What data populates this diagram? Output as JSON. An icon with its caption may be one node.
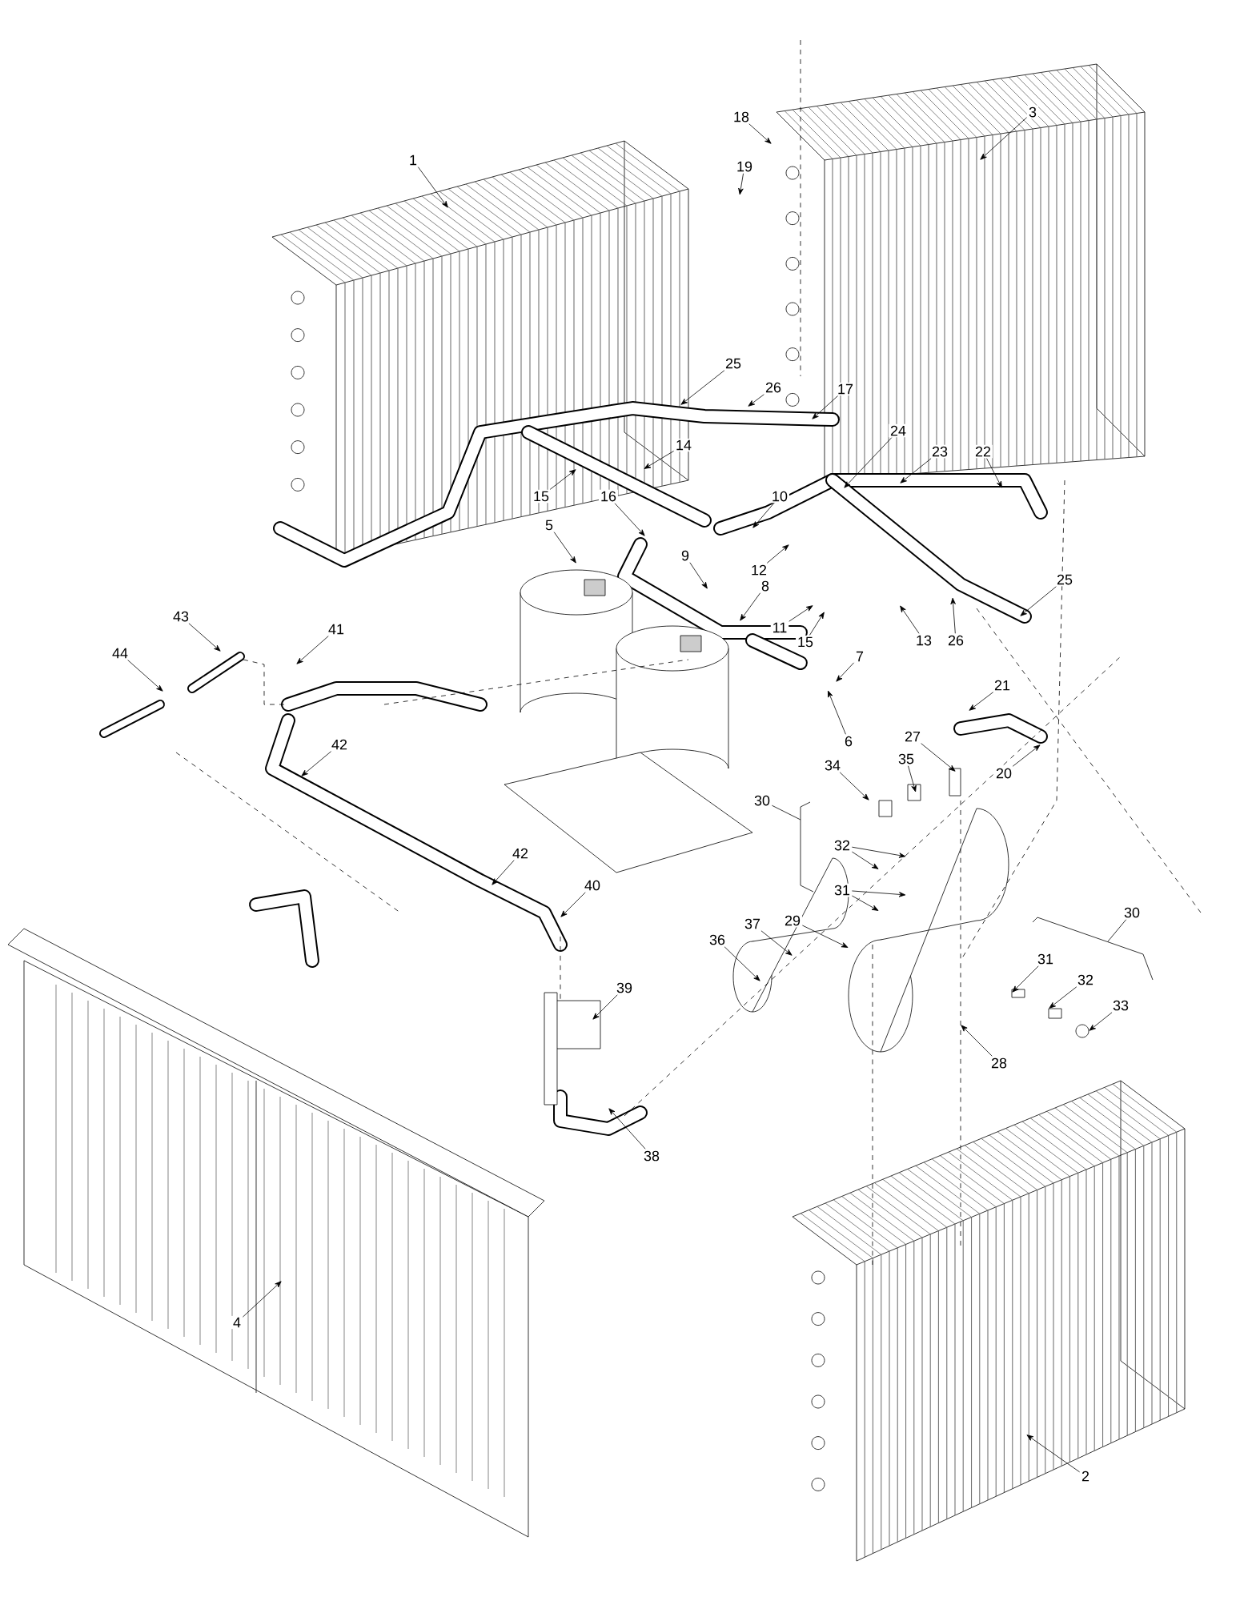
{
  "diagram": {
    "nodes": [
      {
        "text": [
          "1"
        ]
      },
      {
        "text": [
          "3"
        ]
      },
      {
        "text": [
          "18"
        ]
      },
      {
        "text": [
          "19"
        ]
      },
      {
        "text": [
          "25"
        ]
      },
      {
        "text": [
          "26"
        ]
      },
      {
        "text": [
          "17"
        ]
      },
      {
        "text": [
          "14"
        ]
      },
      {
        "text": [
          "24"
        ]
      },
      {
        "text": [
          "23"
        ]
      },
      {
        "text": [
          "22"
        ]
      },
      {
        "text": [
          "15"
        ]
      },
      {
        "text": [
          "16"
        ]
      },
      {
        "text": [
          "10"
        ]
      },
      {
        "text": [
          "5"
        ]
      },
      {
        "text": [
          "9"
        ]
      },
      {
        "text": [
          "12"
        ]
      },
      {
        "text": [
          "8"
        ]
      },
      {
        "text": [
          "11"
        ]
      },
      {
        "text": [
          "15"
        ]
      },
      {
        "text": [
          "7"
        ]
      },
      {
        "text": [
          "13"
        ]
      },
      {
        "text": [
          "26"
        ]
      },
      {
        "text": [
          "25"
        ]
      },
      {
        "text": [
          "43"
        ]
      },
      {
        "text": [
          "41"
        ]
      },
      {
        "text": [
          "44"
        ]
      },
      {
        "text": [
          "42"
        ]
      },
      {
        "text": [
          "6"
        ]
      },
      {
        "text": [
          "21"
        ]
      },
      {
        "text": [
          "27"
        ]
      },
      {
        "text": [
          "20"
        ]
      },
      {
        "text": [
          "34"
        ]
      },
      {
        "text": [
          "35"
        ]
      },
      {
        "text": [
          "30"
        ]
      },
      {
        "text": [
          "32"
        ]
      },
      {
        "text": [
          "31"
        ]
      },
      {
        "text": [
          "29"
        ]
      },
      {
        "text": [
          "42"
        ]
      },
      {
        "text": [
          "40"
        ]
      },
      {
        "text": [
          "37"
        ]
      },
      {
        "text": [
          "36"
        ]
      },
      {
        "text": [
          "30"
        ]
      },
      {
        "text": [
          "31"
        ]
      },
      {
        "text": [
          "32"
        ]
      },
      {
        "text": [
          "33"
        ]
      },
      {
        "text": [
          "39"
        ]
      },
      {
        "text": [
          "28"
        ]
      },
      {
        "text": [
          "38"
        ]
      },
      {
        "text": [
          "4"
        ]
      },
      {
        "text": [
          "2"
        ]
      }
    ],
    "edges": [
      {
        "from": 0,
        "to": null,
        "arrow": "to"
      },
      {
        "from": 1,
        "to": null,
        "arrow": "to"
      },
      {
        "from": 2,
        "to": null,
        "arrow": "to"
      },
      {
        "from": 3,
        "to": null,
        "arrow": "to"
      },
      {
        "from": 4,
        "to": null,
        "arrow": "to"
      },
      {
        "from": 5,
        "to": null,
        "arrow": "to"
      },
      {
        "from": 6,
        "to": null,
        "arrow": "to"
      },
      {
        "from": 7,
        "to": null,
        "arrow": "to"
      },
      {
        "from": 8,
        "to": null,
        "arrow": "to"
      },
      {
        "from": 9,
        "to": null,
        "arrow": "to"
      },
      {
        "from": 10,
        "to": null,
        "arrow": "to"
      },
      {
        "from": 11,
        "to": null,
        "arrow": "to"
      },
      {
        "from": 12,
        "to": null,
        "arrow": "to"
      },
      {
        "from": 13,
        "to": null,
        "arrow": "to"
      },
      {
        "from": 14,
        "to": null,
        "arrow": "to"
      },
      {
        "from": 15,
        "to": null,
        "arrow": "to"
      },
      {
        "from": 16,
        "to": null,
        "arrow": "to"
      },
      {
        "from": 17,
        "to": null,
        "arrow": "to"
      },
      {
        "from": 18,
        "to": null,
        "arrow": "to"
      },
      {
        "from": 19,
        "to": null,
        "arrow": "to"
      },
      {
        "from": 20,
        "to": null,
        "arrow": "to"
      },
      {
        "from": 21,
        "to": null,
        "arrow": "to"
      },
      {
        "from": 22,
        "to": null,
        "arrow": "to"
      },
      {
        "from": 23,
        "to": null,
        "arrow": "to"
      },
      {
        "from": 24,
        "to": null,
        "arrow": "to"
      },
      {
        "from": 25,
        "to": null,
        "arrow": "to"
      },
      {
        "from": 26,
        "to": null,
        "arrow": "to"
      },
      {
        "from": 27,
        "to": null,
        "arrow": "to"
      },
      {
        "from": 28,
        "to": null,
        "arrow": "to"
      },
      {
        "from": 29,
        "to": null,
        "arrow": "to"
      },
      {
        "from": 30,
        "to": null,
        "arrow": "to"
      },
      {
        "from": 31,
        "to": null,
        "arrow": "to"
      },
      {
        "from": 32,
        "to": null,
        "arrow": "to"
      },
      {
        "from": 33,
        "to": null,
        "arrow": "to"
      },
      {
        "from": 34,
        "to": null,
        "arrow": "none"
      },
      {
        "from": 35,
        "to": null,
        "arrow": "to"
      },
      {
        "from": 35,
        "to": null,
        "arrow": "to"
      },
      {
        "from": 36,
        "to": null,
        "arrow": "to"
      },
      {
        "from": 36,
        "to": null,
        "arrow": "to"
      },
      {
        "from": 37,
        "to": null,
        "arrow": "to"
      },
      {
        "from": 38,
        "to": null,
        "arrow": "to"
      },
      {
        "from": 39,
        "to": null,
        "arrow": "to"
      },
      {
        "from": 40,
        "to": null,
        "arrow": "to"
      },
      {
        "from": 41,
        "to": null,
        "arrow": "to"
      },
      {
        "from": 42,
        "to": null,
        "arrow": "none"
      },
      {
        "from": 43,
        "to": null,
        "arrow": "to"
      },
      {
        "from": 44,
        "to": null,
        "arrow": "to"
      },
      {
        "from": 45,
        "to": null,
        "arrow": "to"
      },
      {
        "from": 46,
        "to": null,
        "arrow": "to"
      },
      {
        "from": 47,
        "to": null,
        "arrow": "to"
      },
      {
        "from": 48,
        "to": null,
        "arrow": "to"
      },
      {
        "from": 49,
        "to": null,
        "arrow": "to"
      },
      {
        "from": 50,
        "to": null,
        "arrow": "to"
      }
    ]
  }
}
